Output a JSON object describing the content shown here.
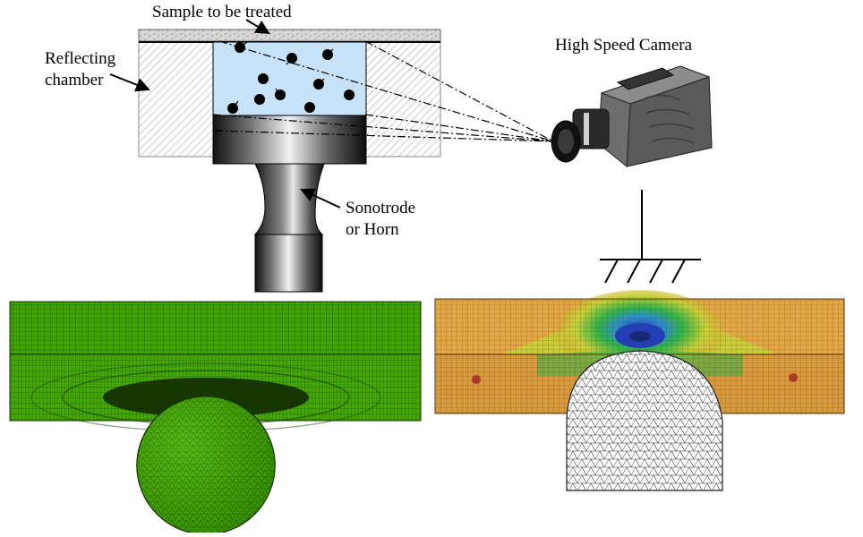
{
  "labels": {
    "sample": "Sample to be treated",
    "chamber_line1": "Reflecting",
    "chamber_line2": "chamber",
    "camera": "High Speed Camera",
    "sonotrode_line1": "Sonotrode",
    "sonotrode_line2": "or Horn"
  },
  "colors": {
    "liquid": "#c7e2f7",
    "mesh_green": "#3fa300",
    "mesh_line": "#1a3d00",
    "stress_low": "#1f3fbf",
    "stress_mid": "#2fb44a",
    "stress_high": "#e0a030",
    "stress_surface": "#d89a3c"
  },
  "icons": {
    "camera": "high-speed-camera-icon",
    "ground": "ground-symbol-icon"
  }
}
